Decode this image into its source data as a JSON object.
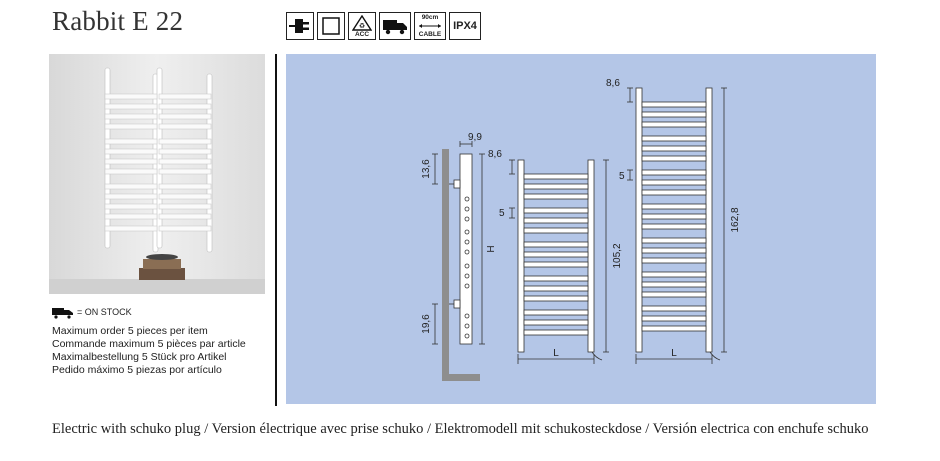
{
  "product": {
    "title": "Rabbit E 22"
  },
  "feature_icons": [
    {
      "name": "electric-plug-icon",
      "label": ""
    },
    {
      "name": "white-square-icon",
      "label": ""
    },
    {
      "name": "recycle-triangle-icon",
      "label": "ACC"
    },
    {
      "name": "delivery-truck-icon",
      "label": ""
    },
    {
      "name": "cable-length-icon",
      "top": "90cm",
      "label": "CABLE"
    },
    {
      "name": "ipx4-icon",
      "label": "IPX4"
    }
  ],
  "stock": {
    "note": "= ON STOCK",
    "lines": [
      "Maximum order 5 pieces per item",
      "Commande maximum 5 pièces par article",
      "Maximalbestellung 5 Stück pro Artikel",
      "Pedido máximo 5 piezas por artículo"
    ]
  },
  "diagram": {
    "labels": {
      "side_top": "13,6",
      "side_bottom": "19,6",
      "depth": "9,9",
      "height_var": "H",
      "small_top": "8,6",
      "small_gap": "5",
      "small_height": "105,2",
      "small_width": "L",
      "large_top": "8,6",
      "large_gap": "5",
      "large_height": "162,8",
      "large_width": "L"
    }
  },
  "caption": "Electric with schuko plug / Version électrique avec prise schuko  / Elektromodell mit schukosteckdose /  Versión electrica con enchufe schuko"
}
